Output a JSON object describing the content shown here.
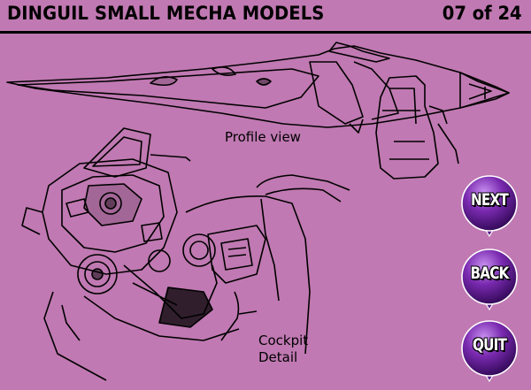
{
  "header": {
    "title": "DINGUIL SMALL MECHA MODELS",
    "page_counter": "07 of 24"
  },
  "captions": {
    "profile": "Profile view",
    "cockpit_line1": "Cockpit",
    "cockpit_line2": "Detail"
  },
  "nav": {
    "next_label": "NEXT",
    "back_label": "BACK",
    "quit_label": "QUIT"
  },
  "colors": {
    "background": "#c079b2",
    "button_purple": "#5a1a8a",
    "button_highlight": "#b070e0",
    "line_art": "#000000"
  }
}
